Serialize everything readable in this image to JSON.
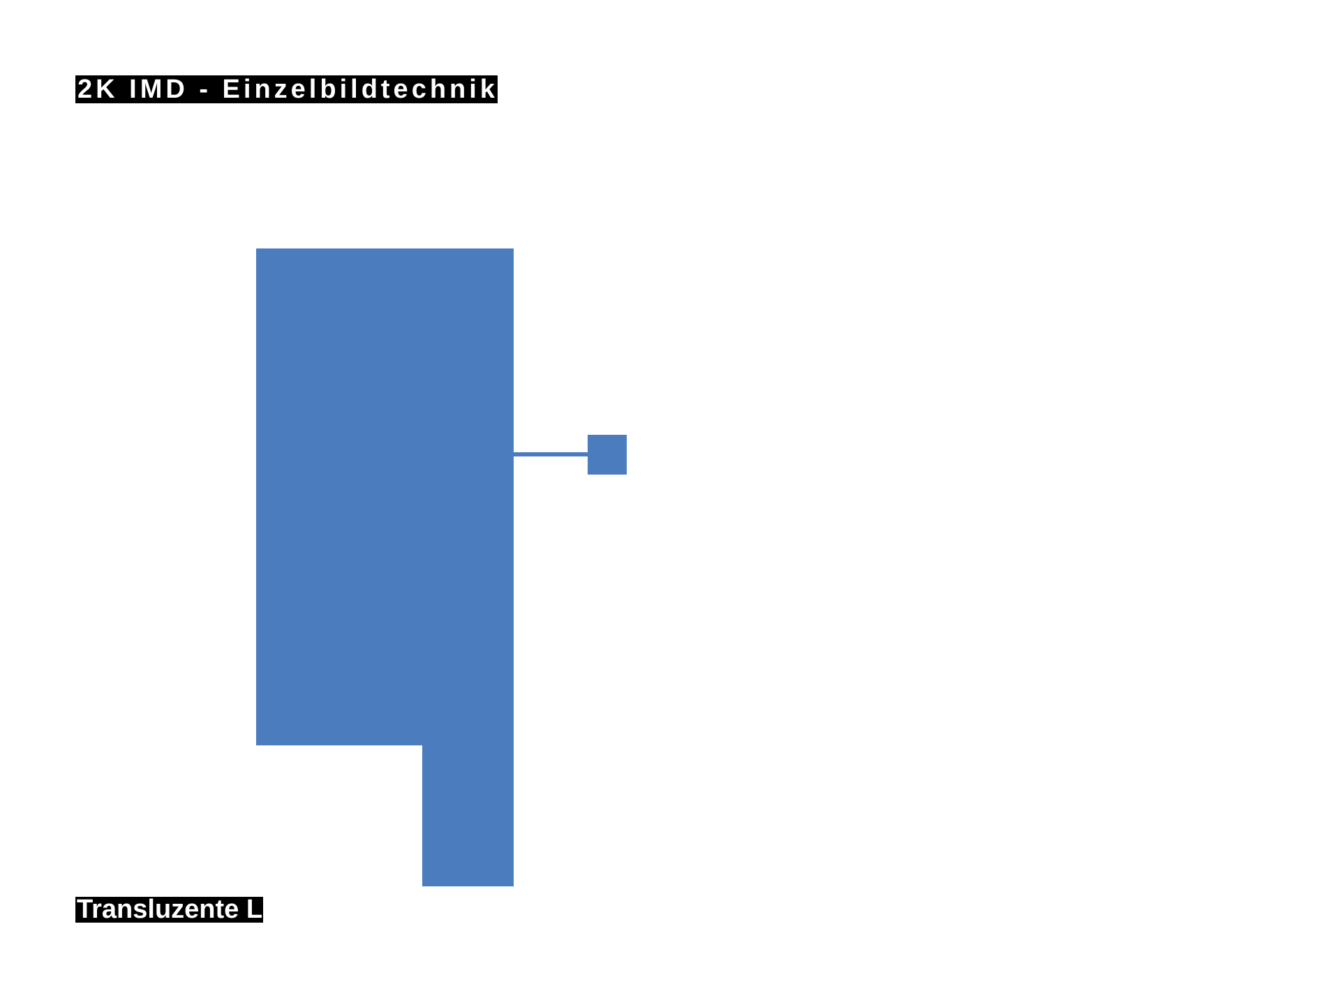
{
  "slide": {
    "title": {
      "text": "2K IMD - Einzelbildtechnik",
      "text_color": "#ffffff",
      "highlight_color": "#000000"
    },
    "caption": {
      "text": "Transluzente L",
      "text_color": "#ffffff",
      "highlight_color": "#000000"
    },
    "colors": {
      "background": "#ffffff",
      "shape_blue": "#4a7cbe"
    },
    "diagram": {
      "shapes": [
        {
          "name": "main-panel",
          "type": "rectangle",
          "color": "#4a7cbe"
        },
        {
          "name": "panel-extension",
          "type": "rectangle",
          "color": "#4a7cbe"
        },
        {
          "name": "connector-line",
          "type": "horizontal-line",
          "color": "#4a7cbe"
        },
        {
          "name": "node-square",
          "type": "small-square",
          "color": "#4a7cbe"
        }
      ]
    }
  }
}
